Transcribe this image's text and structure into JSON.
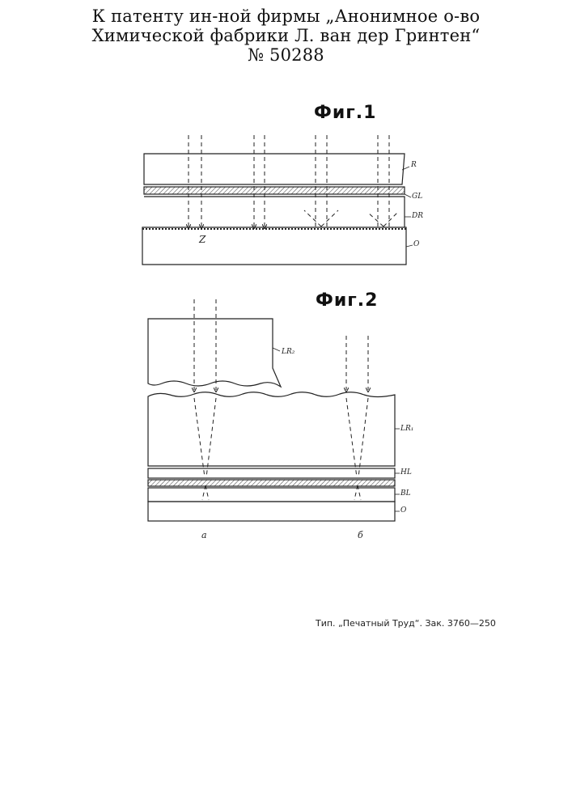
{
  "header": {
    "line1": "К патенту ин-ной фирмы „Анонимное о-во",
    "line2": "Химической фабрики Л. ван дер Гринтен“",
    "line3": "№ 50288"
  },
  "figure1": {
    "title": "Фиг.1",
    "labels": {
      "r": "R",
      "gl": "GL",
      "dr": "DR",
      "o": "O",
      "z": "Z"
    }
  },
  "figure2": {
    "title": "Фиг.2",
    "labels": {
      "lr2": "LR₂",
      "lr1": "LR₁",
      "hl": "HL",
      "bl": "BL",
      "o": "O",
      "a": "a",
      "b": "б"
    }
  },
  "footer": {
    "imprint": "Тип. „Печатный Труд“. Зак. 3760—250"
  }
}
